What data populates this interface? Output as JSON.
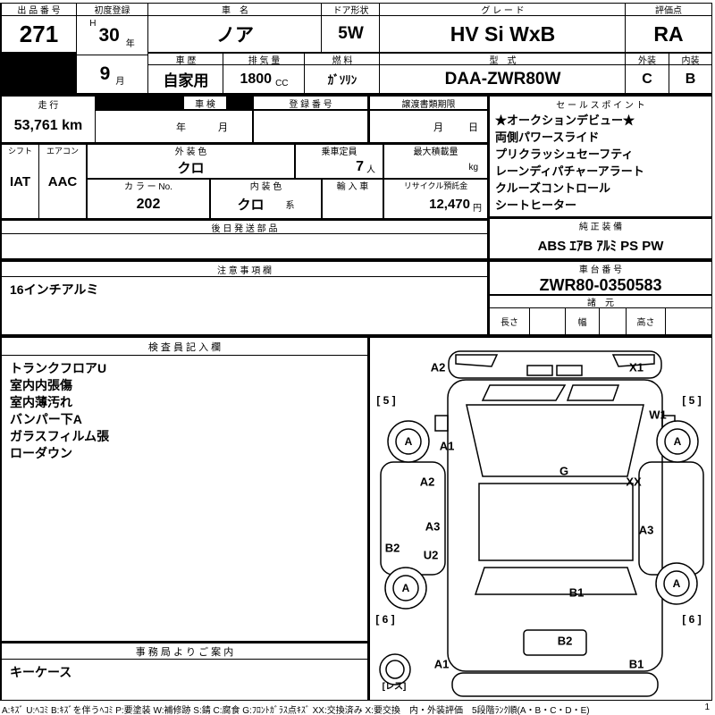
{
  "top": {
    "lot": {
      "label": "出 品 番 号",
      "value": "271"
    },
    "first_reg": {
      "label": "初度登録",
      "era": "H",
      "year": "30",
      "year_unit": "年",
      "month": "9",
      "month_unit": "月"
    },
    "car_name": {
      "label": "車　名",
      "value": "ノア"
    },
    "door": {
      "label": "ドア形状",
      "value": "5W"
    },
    "grade": {
      "label": "グ レ ー ド",
      "value": "HV Si WxB"
    },
    "score": {
      "label": "評価点",
      "value": "RA"
    },
    "history": {
      "label": "車 歴",
      "value": "自家用"
    },
    "displacement": {
      "label": "排 気 量",
      "value": "1800",
      "unit": "CC"
    },
    "fuel": {
      "label": "燃 料",
      "value": "ｶﾞｿﾘﾝ"
    },
    "model_code": {
      "label": "型　式",
      "value": "DAA-ZWR80W"
    },
    "exterior_grade": {
      "label": "外装",
      "value": "C"
    },
    "interior_grade": {
      "label": "内装",
      "value": "B"
    }
  },
  "registration": {
    "mileage": {
      "label": "走 行",
      "value": "53,761 km"
    },
    "inspection": {
      "label": "車 検",
      "year_unit": "年",
      "month_unit": "月"
    },
    "reg_number": {
      "label": "登 録 番 号",
      "value": ""
    },
    "transfer_deadline": {
      "label": "譲渡書類期限",
      "month_unit": "月",
      "day_unit": "日"
    }
  },
  "sales_points": {
    "label": "セ ー ル ス ポ イ ン ト",
    "items": [
      "★オークションデビュー★",
      "両側パワースライド",
      "プリクラッシュセーフティ",
      "レーンディパチャーアラート",
      "クルーズコントロール",
      "シートヒーター"
    ]
  },
  "equipment_row": {
    "shift": {
      "label": "シフト",
      "value": "IAT"
    },
    "aircon": {
      "label": "エアコン",
      "value": "AAC"
    },
    "exterior_color": {
      "label": "外 装 色",
      "value": "クロ"
    },
    "capacity": {
      "label": "乗車定員",
      "value": "7",
      "unit": "人"
    },
    "max_load": {
      "label": "最大積載量",
      "unit": "kg"
    },
    "color_no": {
      "label": "カ ラ ー No.",
      "value": "202"
    },
    "interior_color": {
      "label": "内 装 色",
      "value": "クロ",
      "suffix": "系"
    },
    "import_car": {
      "label": "輸 入 車",
      "value": ""
    },
    "recycle_deposit": {
      "label": "リサイクル預託金",
      "value": "12,470",
      "unit": "円"
    }
  },
  "later_parts": {
    "label": "後 日 発 送 部 品",
    "value": ""
  },
  "genuine_equipment": {
    "label": "純 正 装 備",
    "value": "ABS ｴｱB ｱﾙﾐ PS PW"
  },
  "notes": {
    "label": "注 意 事 項 欄",
    "value": "16インチアルミ"
  },
  "chassis": {
    "label": "車 台 番 号",
    "value": "ZWR80-0350583"
  },
  "specs": {
    "label": "諸　元",
    "length_label": "長さ",
    "width_label": "幅",
    "height_label": "高さ",
    "length": "",
    "width": "",
    "height": ""
  },
  "inspector": {
    "label": "検 査 員 記 入 欄",
    "items": [
      "トランクフロアU",
      "室内内張傷",
      "室内薄汚れ",
      "バンパー下A",
      "ガラスフィルム張",
      "ローダウン"
    ]
  },
  "office_info": {
    "label": "事 務 局 よ り ご 案 内",
    "items": [
      "キーケース"
    ]
  },
  "diagram": {
    "markers": {
      "front_bumper_left": "A2",
      "front_bumper_right": "X1",
      "front_left_rank": "[ 5 ]",
      "front_right_rank": "[ 5 ]",
      "right_front_pillar": "W1",
      "front_left_wheel": "A",
      "left_front_fender": "A1",
      "front_right_wheel": "A",
      "left_front_door": "A2",
      "windshield": "G",
      "right_front_door": "XX",
      "left_slide_door": "A3",
      "right_slide_door": "A3",
      "left_rocker": "B2",
      "left_quarter": "U2",
      "rear_left_wheel": "A",
      "rear_right_wheel": "A",
      "rear_gate": "B1",
      "rear_left_rank": "[ 6 ]",
      "rear_right_rank": "[ 6 ]",
      "rear_panel": "B2",
      "rear_bumper_left": "A1",
      "rear_bumper_right": "B1",
      "spare": "[レス]"
    }
  },
  "legend": {
    "text": "A:ｷｽﾞ U:ﾍｺﾐ B:ｷｽﾞを伴うﾍｺﾐ P:要塗装 W:補修跡 S:錆 C:腐食 G:ﾌﾛﾝﾄｶﾞﾗｽ点ｷｽﾞ XX:交換済み X:要交換　内・外装評価　5段階ﾗﾝｸ順(A・B・C・D・E)",
    "page": "1"
  }
}
